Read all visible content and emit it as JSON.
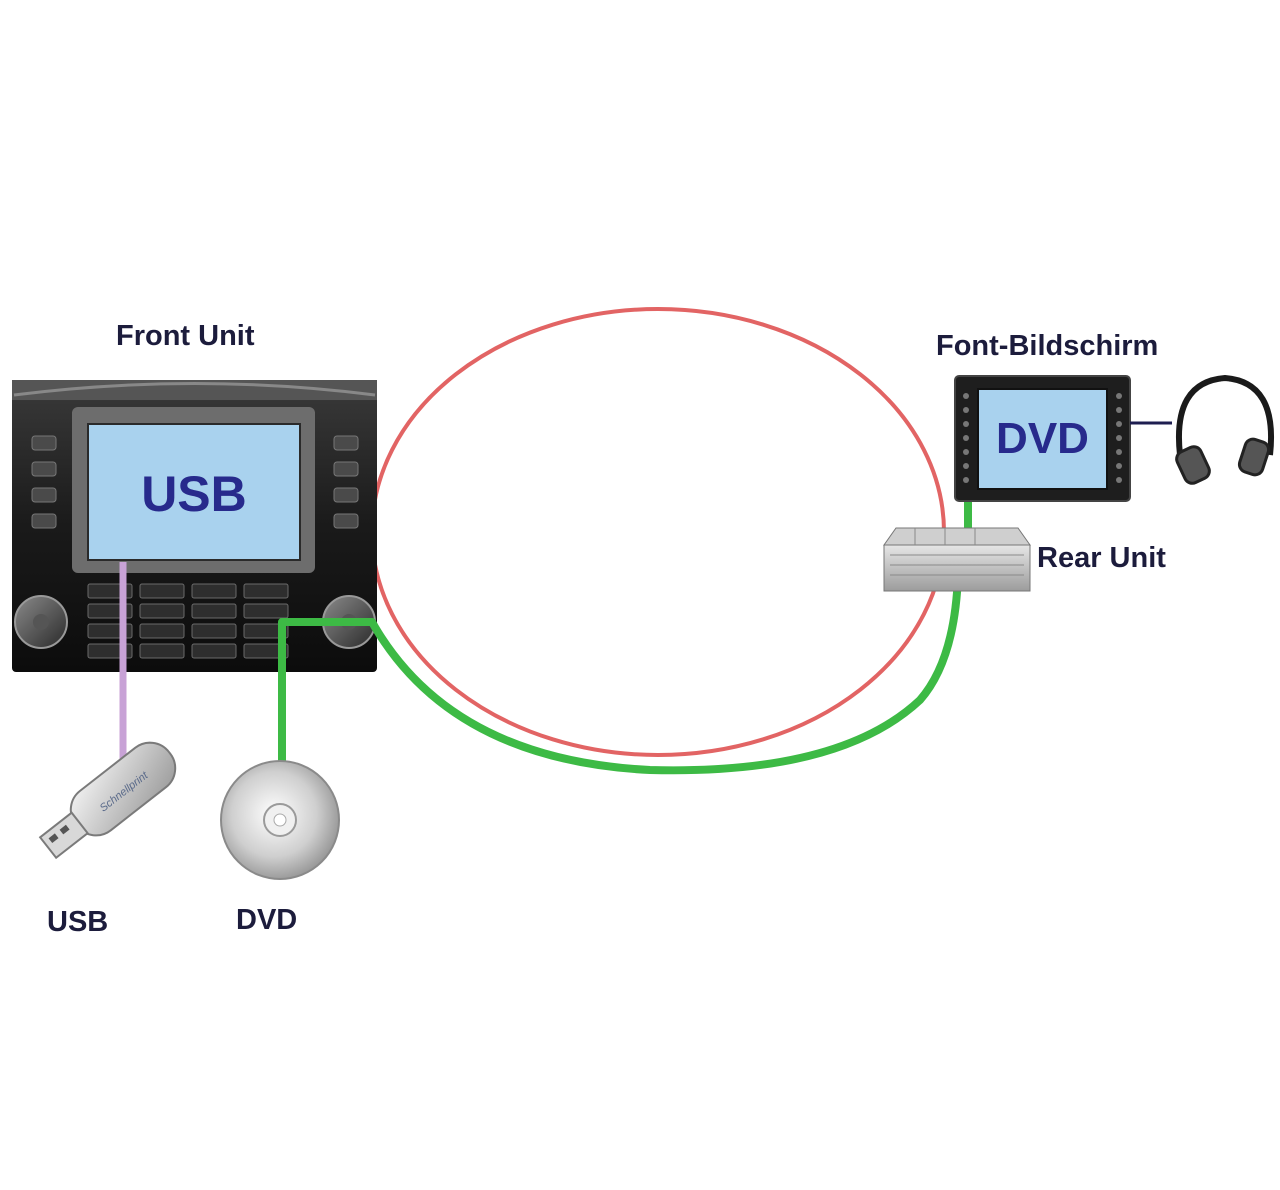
{
  "labels": {
    "front_unit": "Front Unit",
    "front_screen": "USB",
    "monitor_label": "Font-Bildschirm",
    "monitor_screen": "DVD",
    "rear_unit": "Rear Unit",
    "usb": "USB",
    "dvd": "DVD",
    "usb_stick_brand": "Schnellprint"
  },
  "colors": {
    "ring": "#e26464",
    "dvd_link": "#3dba45",
    "usb_link": "#c8a2d6",
    "screen": "#a9d2ee",
    "screen_text": "#272a8c",
    "label_text": "#1c1c3c"
  },
  "icons": [
    "usb-stick-icon",
    "dvd-disc-icon",
    "headphones-icon",
    "rear-unit-box-icon"
  ]
}
